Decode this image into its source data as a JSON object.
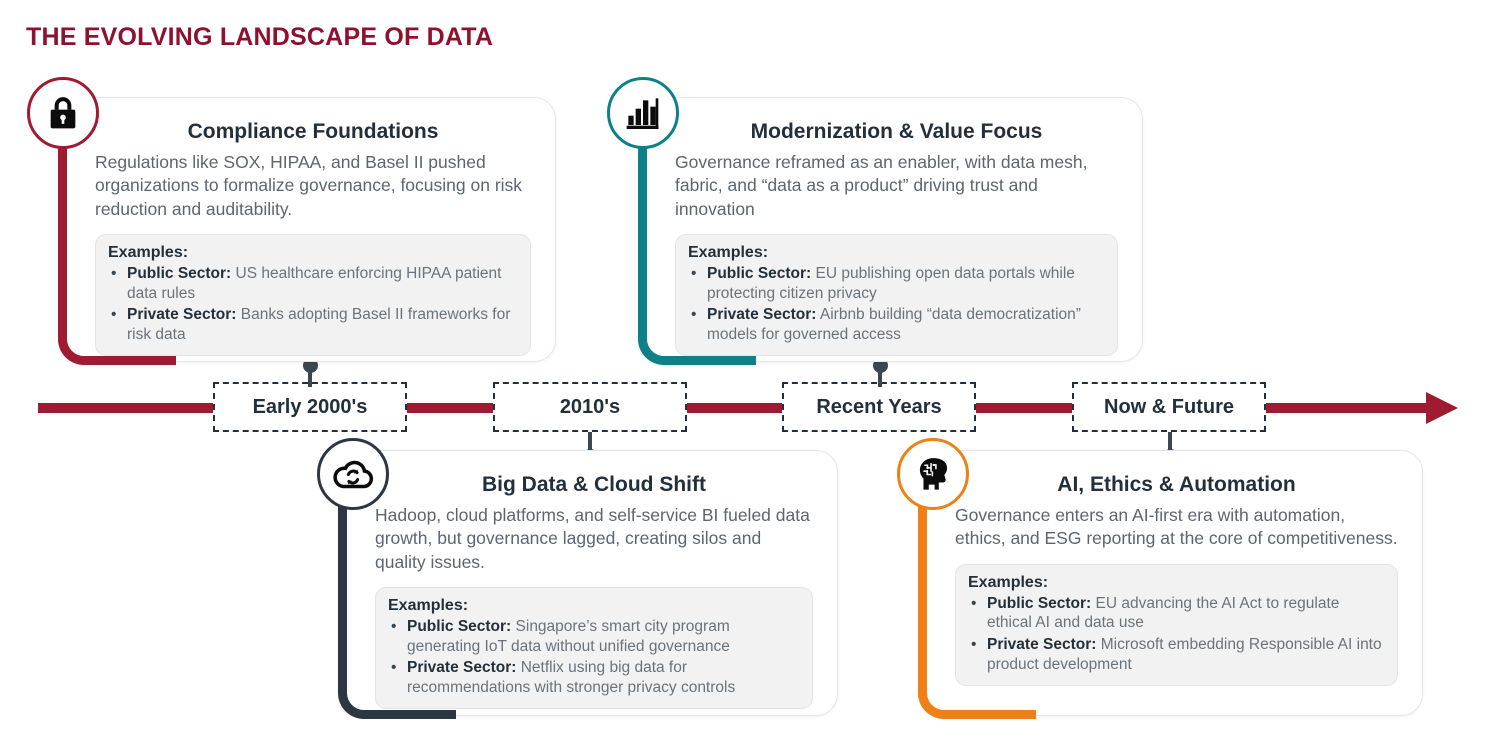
{
  "title": "THE EVOLVING LANDSCAPE OF DATA",
  "theme": {
    "maroon": "#9e1b32",
    "teal": "#0e8089",
    "charcoal": "#2b3743",
    "orange": "#ee8015",
    "title_color": "#8e1230",
    "body_text": "#5c6670"
  },
  "timeline": {
    "eras": [
      {
        "label": "Early 2000's"
      },
      {
        "label": "2010's"
      },
      {
        "label": "Recent Years"
      },
      {
        "label": "Now & Future"
      }
    ]
  },
  "cards": [
    {
      "icon": "lock-icon",
      "accent": "#9e1b32",
      "title": "Compliance Foundations",
      "description": "Regulations like SOX, HIPAA, and Basel II pushed organizations to formalize governance, focusing on risk reduction and auditability.",
      "examples_label": "Examples:",
      "examples": [
        {
          "sector": "Public Sector:",
          "text": "US healthcare enforcing HIPAA patient data rules"
        },
        {
          "sector": "Private Sector:",
          "text": "Banks adopting Basel II frameworks for risk data"
        }
      ]
    },
    {
      "icon": "bar-chart-icon",
      "accent": "#0e8089",
      "title": "Modernization & Value Focus",
      "description": "Governance reframed as an enabler, with data mesh, fabric, and “data as a product” driving trust and innovation",
      "examples_label": "Examples:",
      "examples": [
        {
          "sector": "Public Sector:",
          "text": "EU publishing open data portals while protecting citizen privacy"
        },
        {
          "sector": "Private Sector:",
          "text": "Airbnb building “data democratization” models for governed access"
        }
      ]
    },
    {
      "icon": "cloud-sync-icon",
      "accent": "#2b3743",
      "title": "Big Data & Cloud Shift",
      "description": "Hadoop, cloud platforms, and self-service BI fueled data growth, but governance lagged, creating silos and quality issues.",
      "examples_label": "Examples:",
      "examples": [
        {
          "sector": "Public Sector:",
          "text": "Singapore’s smart city program generating IoT data without unified governance"
        },
        {
          "sector": "Private Sector:",
          "text": "Netflix using big data for recommendations with stronger privacy controls"
        }
      ]
    },
    {
      "icon": "ai-head-icon",
      "accent": "#ee8015",
      "title": "AI, Ethics & Automation",
      "description": "Governance enters an AI-first era with automation, ethics, and ESG reporting at the core of competitiveness.",
      "examples_label": "Examples:",
      "examples": [
        {
          "sector": "Public Sector:",
          "text": "EU advancing the AI Act to regulate ethical AI and data use"
        },
        {
          "sector": "Private Sector:",
          "text": "Microsoft embedding Responsible AI into product development"
        }
      ]
    }
  ]
}
